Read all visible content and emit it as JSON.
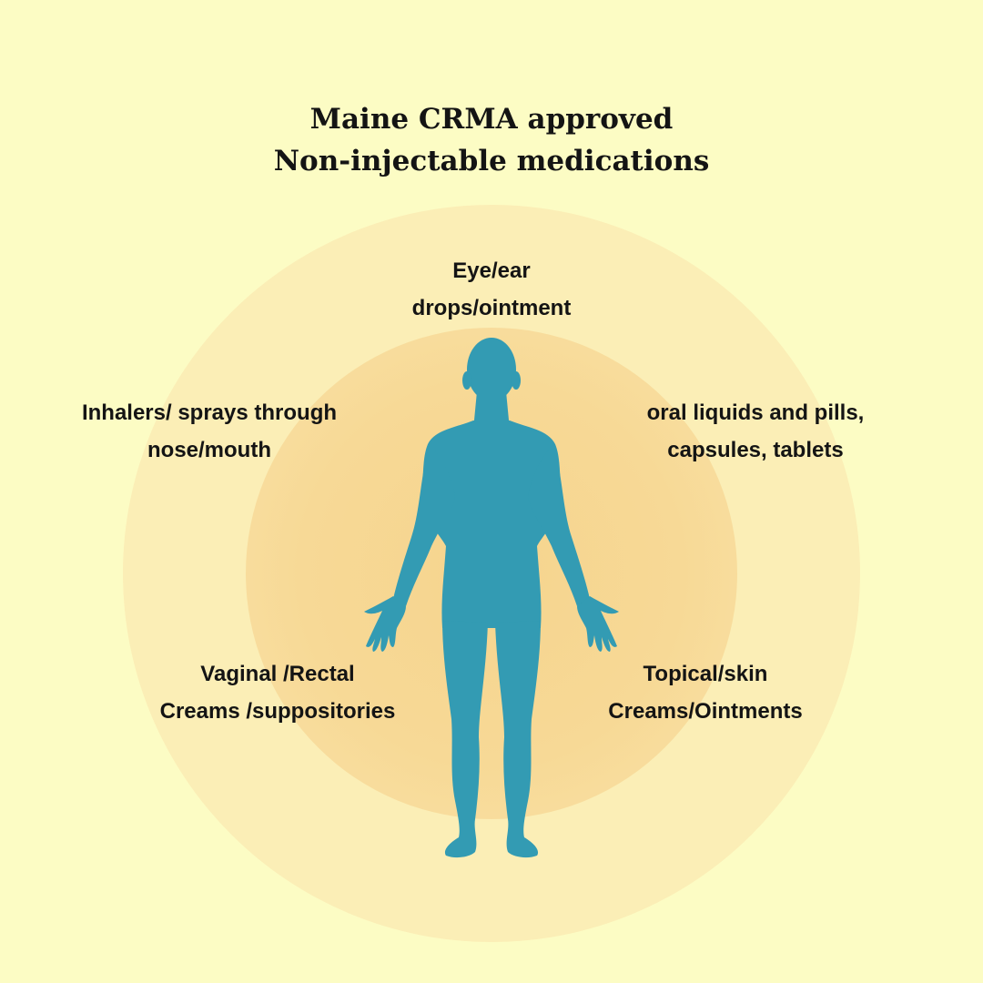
{
  "title": {
    "line1": "Maine CRMA approved",
    "line2": "Non-injectable medications"
  },
  "labels": {
    "top": {
      "line1": "Eye/ear",
      "line2": "drops/ointment"
    },
    "upper_left": {
      "line1": "Inhalers/ sprays  through",
      "line2": "nose/mouth"
    },
    "upper_right": {
      "line1": "oral liquids and pills,",
      "line2": "capsules, tablets"
    },
    "lower_left": {
      "line1": "Vaginal /Rectal",
      "line2": "Creams /suppositories"
    },
    "lower_right": {
      "line1": "Topical/skin",
      "line2": "Creams/Ointments"
    }
  },
  "colors": {
    "background": "#fcfcc4",
    "outer_ring": "#fbeeb6",
    "inner_ring": "#f6d48e",
    "figure": "#339bb3",
    "text": "#141414"
  },
  "icons": {
    "center": "human-body-silhouette-icon"
  }
}
